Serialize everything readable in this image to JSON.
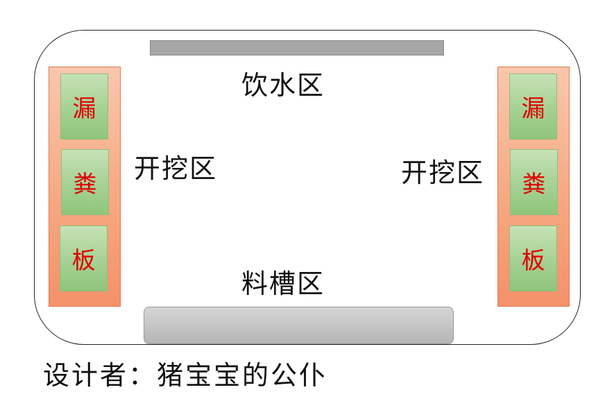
{
  "zones": {
    "water": "饮水区",
    "dig_left": "开挖区",
    "dig_right": "开挖区",
    "feed": "料槽区"
  },
  "boards": {
    "left": [
      "漏",
      "粪",
      "板"
    ],
    "right": [
      "漏",
      "粪",
      "板"
    ],
    "board_color": "#f6a67f",
    "tile_color": "#a9d296",
    "tile_text_color": "#e00000"
  },
  "designer": "设计者：猪宝宝的公仆"
}
